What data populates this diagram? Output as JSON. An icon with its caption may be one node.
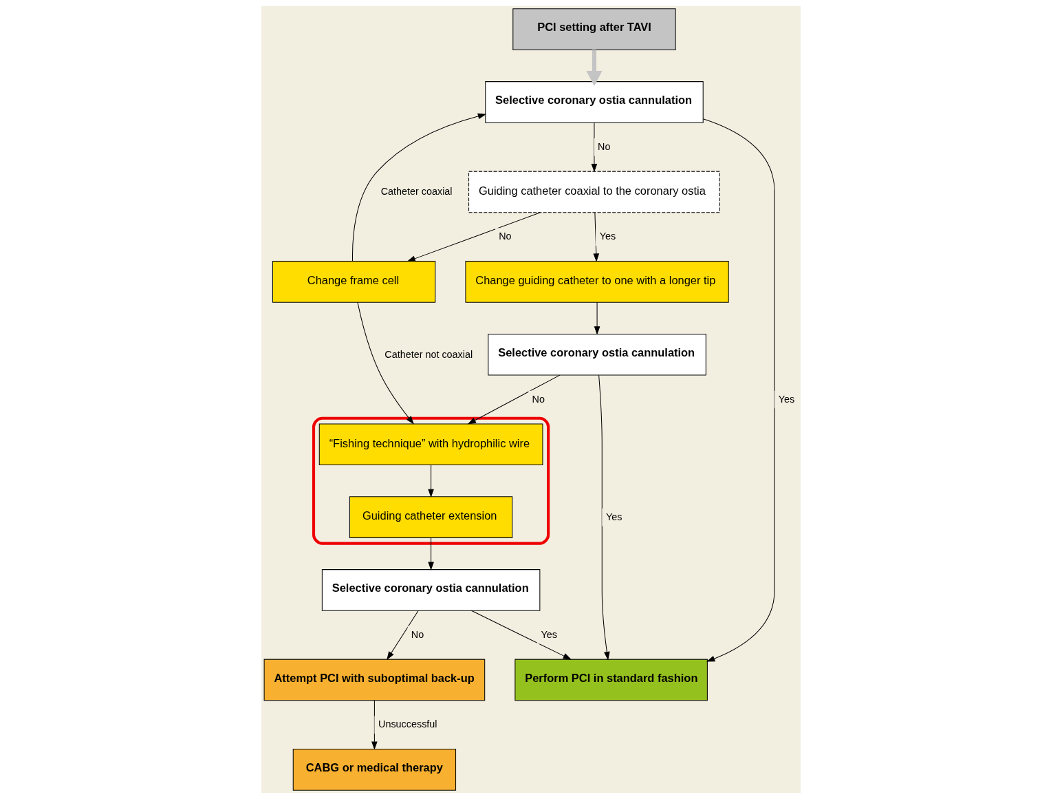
{
  "diagram": {
    "nodes": [
      {
        "text": [
          "PCI setting after TAVI"
        ]
      },
      {
        "text": [
          "Selective coronary ostia cannulation"
        ]
      },
      {
        "text": [
          "Guiding catheter coaxial to the coronary ostia"
        ]
      },
      {
        "text": [
          "Change frame cell"
        ]
      },
      {
        "text": [
          "Change guiding catheter to one with a longer tip"
        ]
      },
      {
        "text": [],
        "shape": "box"
      },
      {
        "text": [
          "“Fishing technique” with hydrophilic wire"
        ],
        "in": 5
      },
      {
        "text": [
          "Selective coronary ostia cannulation"
        ]
      },
      {
        "text": [
          "Guiding catheter extension"
        ],
        "in": 5
      },
      {
        "text": [
          "CABG or medical therapy"
        ]
      },
      {
        "text": [
          "Selective coronary ostia cannulation"
        ]
      },
      {
        "text": [
          "Attempt PCI with suboptimal back-up"
        ]
      },
      {
        "text": [
          "Perform PCI in standard fashion"
        ]
      }
    ],
    "edges": [
      {
        "from": 0,
        "to": 1,
        "arrow": "to",
        "style": "thick",
        "color": "#c4c4c4"
      },
      {
        "from": 1,
        "to": 2,
        "arrow": "to",
        "label": "No"
      },
      {
        "from": 2,
        "to": 3,
        "arrow": "to",
        "label": "No"
      },
      {
        "from": 3,
        "to": 1,
        "arrow": "to",
        "label": "Catheter coaxial"
      },
      {
        "from": 3,
        "to": 6,
        "arrow": "to",
        "label": "Catheter not coaxial"
      },
      {
        "from": 2,
        "to": 4,
        "arrow": "to",
        "label": "Yes"
      },
      {
        "from": 4,
        "to": 7,
        "arrow": "to"
      },
      {
        "from": 7,
        "to": 6,
        "arrow": "to",
        "label": "No"
      },
      {
        "from": 7,
        "to": 12,
        "arrow": "to",
        "label": "Yes"
      },
      {
        "from": 6,
        "to": 8,
        "arrow": "to"
      },
      {
        "from": 8,
        "to": 10,
        "arrow": "to"
      },
      {
        "from": 10,
        "to": 11,
        "arrow": "to",
        "label": "No"
      },
      {
        "from": 11,
        "to": 9,
        "arrow": "to",
        "label": "Unsuccessful"
      },
      {
        "from": 10,
        "to": 12,
        "arrow": "to",
        "label": "Yes"
      },
      {
        "from": 1,
        "to": 12,
        "arrow": "to",
        "label": "Yes"
      }
    ]
  }
}
